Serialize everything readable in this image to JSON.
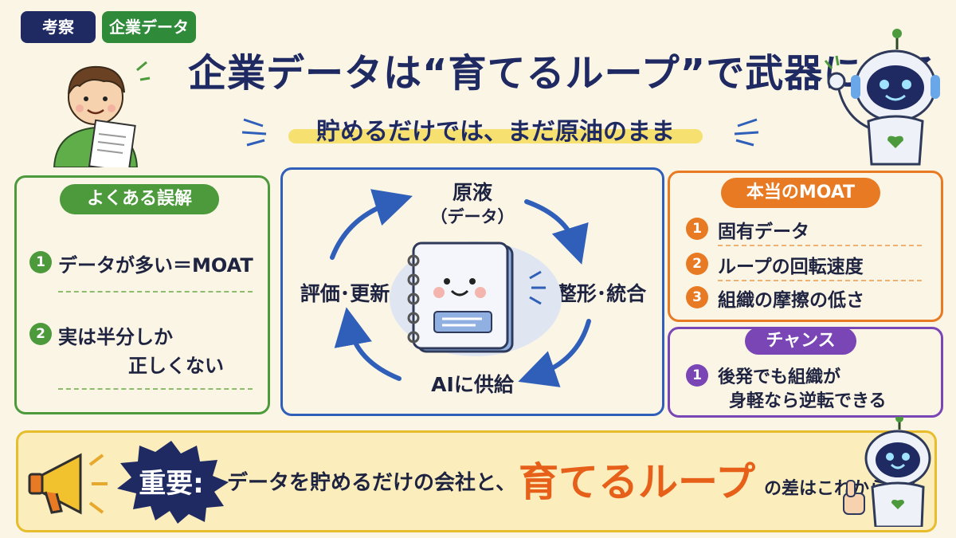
{
  "tags": {
    "consider": "考察",
    "enterprise_data": "企業データ"
  },
  "title": "企業データは“育てるループ”で武器になる",
  "subtitle": "貯めるだけでは、まだ原油のまま",
  "misconception": {
    "heading": "よくある誤解",
    "items": [
      {
        "num": "1",
        "lines": [
          "データが多い＝MOAT"
        ]
      },
      {
        "num": "2",
        "lines": [
          "実は半分しか",
          "正しくない"
        ]
      }
    ]
  },
  "cycle": {
    "top": [
      "原液",
      "（データ）"
    ],
    "right": "整形･統合",
    "bottom": "AIに供給",
    "left": "評価･更新"
  },
  "moat": {
    "heading": "本当のMOAT",
    "items": [
      {
        "num": "1",
        "label": "固有データ"
      },
      {
        "num": "2",
        "label": "ループの回転速度"
      },
      {
        "num": "3",
        "label": "組織の摩擦の低さ"
      }
    ]
  },
  "chance": {
    "heading": "チャンス",
    "items": [
      {
        "num": "1",
        "lines": [
          "後発でも組織が",
          "身軽なら逆転できる"
        ]
      }
    ]
  },
  "bottom": {
    "badge": "重要:",
    "part1": "データを貯めるだけの会社と、",
    "highlight": "育てるループ",
    "part2": "の差はこれから開く"
  },
  "colors": {
    "navy": "#1f2a63",
    "green": "#4c9a3c",
    "blue": "#2f5fb8",
    "orange": "#e77a22",
    "purple": "#7a45b5",
    "yellow": "#e7bd2e"
  }
}
